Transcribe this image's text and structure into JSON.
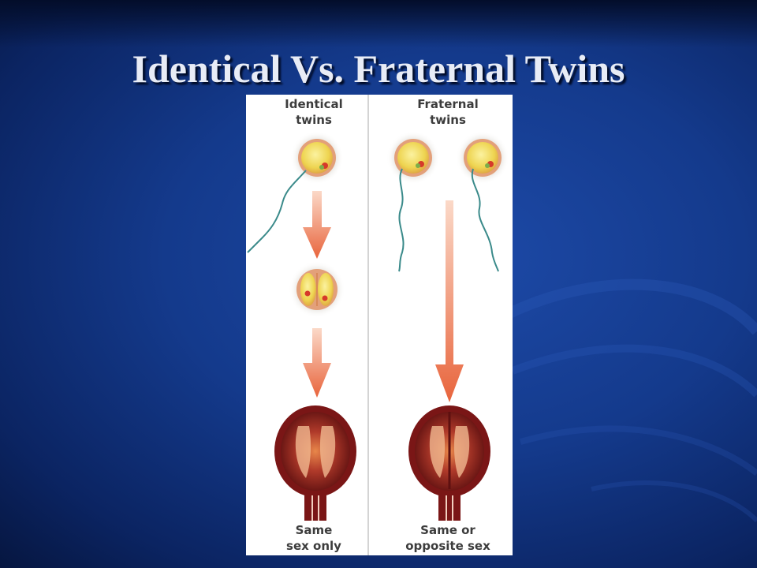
{
  "slide": {
    "title": "Identical Vs. Fraternal Twins"
  },
  "diagram": {
    "identical_heading": "Identical\ntwins",
    "fraternal_heading": "Fraternal\ntwins",
    "identical_caption": "Same\nsex only",
    "fraternal_caption": "Same or\nopposite sex"
  },
  "colors": {
    "background": "#143a8c",
    "arrow": "#e8643c",
    "egg_yolk": "#f1dc5a",
    "uterus": "#8e1e1e"
  }
}
